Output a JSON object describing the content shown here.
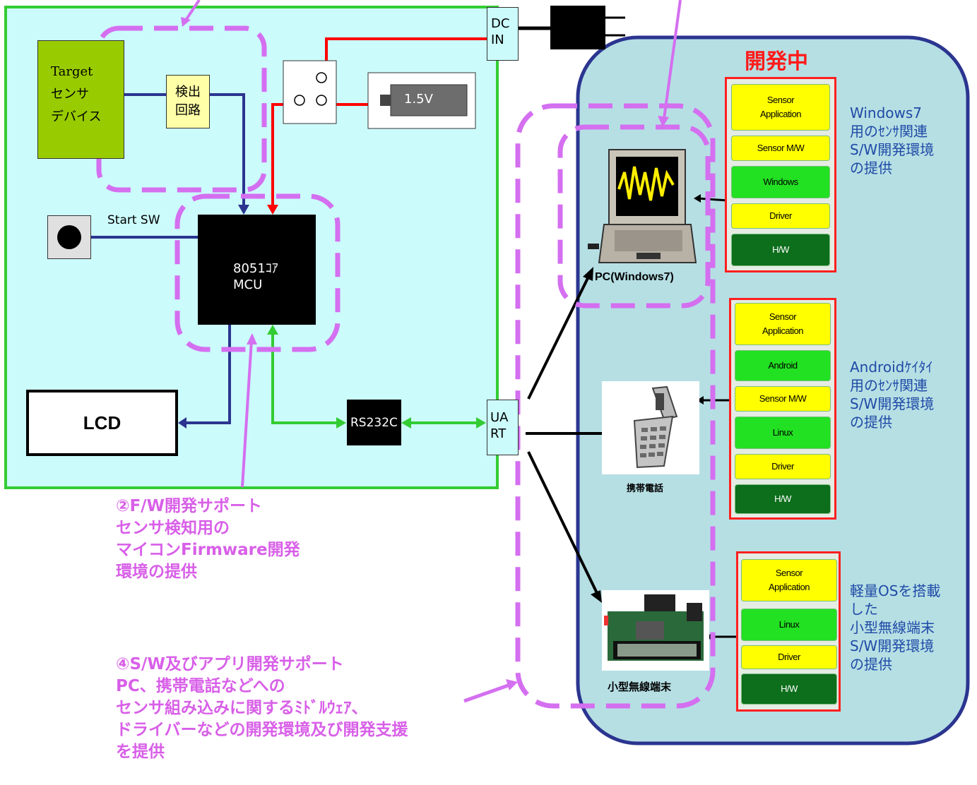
{
  "board": {
    "target_sensor": [
      "Target",
      "センサ",
      "デバイス"
    ],
    "detect_circuit": [
      "検出",
      "回路"
    ],
    "dc_in": [
      "DC",
      "IN"
    ],
    "battery": "1.5V",
    "start_sw": "Start SW",
    "mcu": [
      "8051ｺｱ",
      "MCU"
    ],
    "lcd": "LCD",
    "rs232c": "RS232C",
    "uart": [
      "UA",
      "RT"
    ]
  },
  "notes": {
    "fw": [
      "②F/W開発サポート",
      "センサ検知用の",
      "マイコンFirmware開発",
      "環境の提供"
    ],
    "sw": [
      "④S/W及びアプリ開発サポート",
      "PC、携帯電話などへの",
      "センサ組み込みに関するﾐﾄﾞﾙｳｪｱ、",
      "ドライバーなどの開発環境及び開発支援",
      "を提供"
    ]
  },
  "devices": {
    "title": "開発中",
    "pc_label": "PC(Windows7)",
    "phone_label": "携帯電話",
    "wireless_label": "小型無線端末",
    "stacks": [
      {
        "layers": [
          "Sensor\nApplication",
          "Sensor M/W",
          "Windows",
          "Driver",
          "H/W"
        ],
        "desc": [
          "Windows7",
          "用のｾﾝｻ関連",
          "S/W開発環境",
          "の提供"
        ]
      },
      {
        "layers": [
          "Sensor\nApplication",
          "Android",
          "Sensor M/W",
          "Linux",
          "Driver",
          "H/W"
        ],
        "desc": [
          "Androidｹｲﾀｲ",
          "用のｾﾝｻ関連",
          "S/W開発環境",
          "の提供"
        ]
      },
      {
        "layers": [
          "Sensor\nApplication",
          "Linux",
          "Driver",
          "H/W"
        ],
        "desc": [
          "軽量OSを搭載",
          "した",
          "小型無線端末",
          "S/W開発環境",
          "の提供"
        ]
      }
    ]
  },
  "colors": {
    "board_bg": "#ccfbfb",
    "board_border": "#33cc33",
    "device_bg": "#b6dfe4",
    "device_border": "#2b3590",
    "dashed": "#d46ff0",
    "note": "#d85fe8",
    "title": "#ff1a1a",
    "wire_blue": "#2b3590",
    "wire_red": "#ff0000",
    "wire_green": "#33cc33"
  }
}
